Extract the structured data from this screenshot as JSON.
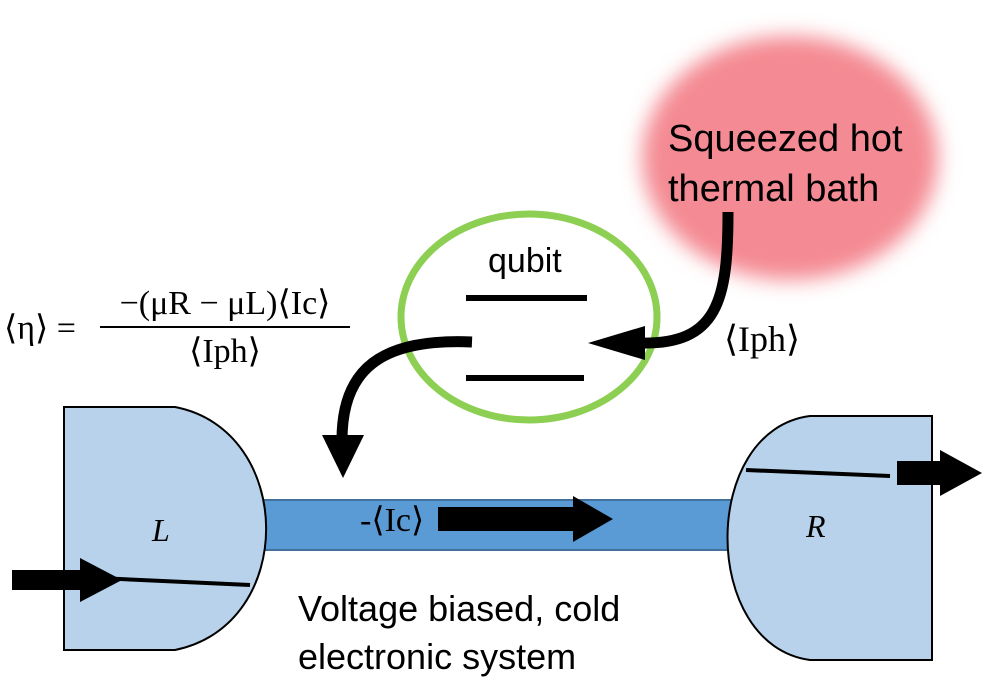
{
  "bath_label_line1": "Squeezed hot",
  "bath_label_line2": "thermal bath",
  "qubit_label": "qubit",
  "efficiency_lhs": "⟨η⟩ =",
  "efficiency_numerator": "−(μR − μL)⟨Ic⟩",
  "efficiency_denominator": "⟨Iph⟩",
  "photon_current_label": "⟨Iph⟩",
  "charge_current_label": "-⟨Ic⟩",
  "left_reservoir_label": "L",
  "right_reservoir_label": "R",
  "system_label_line1": "Voltage biased, cold",
  "system_label_line2": "electronic system",
  "colors": {
    "bath": "#f48a93",
    "qubit_ring": "#8ccf52",
    "channel": "#5b9bd5",
    "reservoir": "#b7d2ea"
  }
}
